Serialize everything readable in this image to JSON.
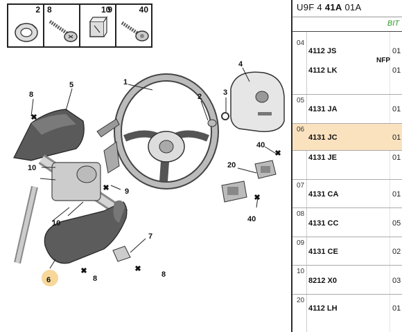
{
  "parts_strip": [
    {
      "num": "2",
      "icon": "clip-ring-icon"
    },
    {
      "num": "8",
      "icon": "screw-icon"
    },
    {
      "num": "9",
      "icon": "screw-icon"
    },
    {
      "num": "10",
      "icon": "nut-clip-icon"
    },
    {
      "num": "40",
      "icon": "bolt-icon"
    }
  ],
  "callouts": {
    "c1": "1",
    "c2": "2",
    "c3": "3",
    "c4": "4",
    "c5": "5",
    "c6": "6",
    "c7": "7",
    "c8a": "8",
    "c8b": "8",
    "c8c": "8",
    "c9": "9",
    "c10a": "10",
    "c10b": "10",
    "c20": "20",
    "c40a": "40",
    "c40b": "40"
  },
  "header": {
    "code_prefix": "U9F 4 ",
    "code_bold": "41A",
    "code_suffix": " 01A",
    "sub": "BIT"
  },
  "rows": [
    {
      "num": "04",
      "ref": "4112 JS",
      "qty": "01",
      "nfp": "NFP"
    },
    {
      "num": "",
      "ref": "4112 LK",
      "qty": "01"
    },
    {
      "num": "05",
      "ref": "4131 JA",
      "qty": "01"
    },
    {
      "num": "06",
      "ref": "4131 JC",
      "qty": "01"
    },
    {
      "num": "",
      "ref": "4131 JE",
      "qty": "01"
    },
    {
      "num": "07",
      "ref": "4131 CA",
      "qty": "01"
    },
    {
      "num": "08",
      "ref": "4131 CC",
      "qty": "05"
    },
    {
      "num": "09",
      "ref": "4131 CE",
      "qty": "02"
    },
    {
      "num": "10",
      "ref": "8212 X0",
      "qty": "03"
    },
    {
      "num": "20",
      "ref": "4112 LH",
      "qty": "01"
    }
  ],
  "colors": {
    "selected_row": "#fbe2bf",
    "highlight_callout": "#f7d79a",
    "sub_header": "#2a9a2a"
  }
}
